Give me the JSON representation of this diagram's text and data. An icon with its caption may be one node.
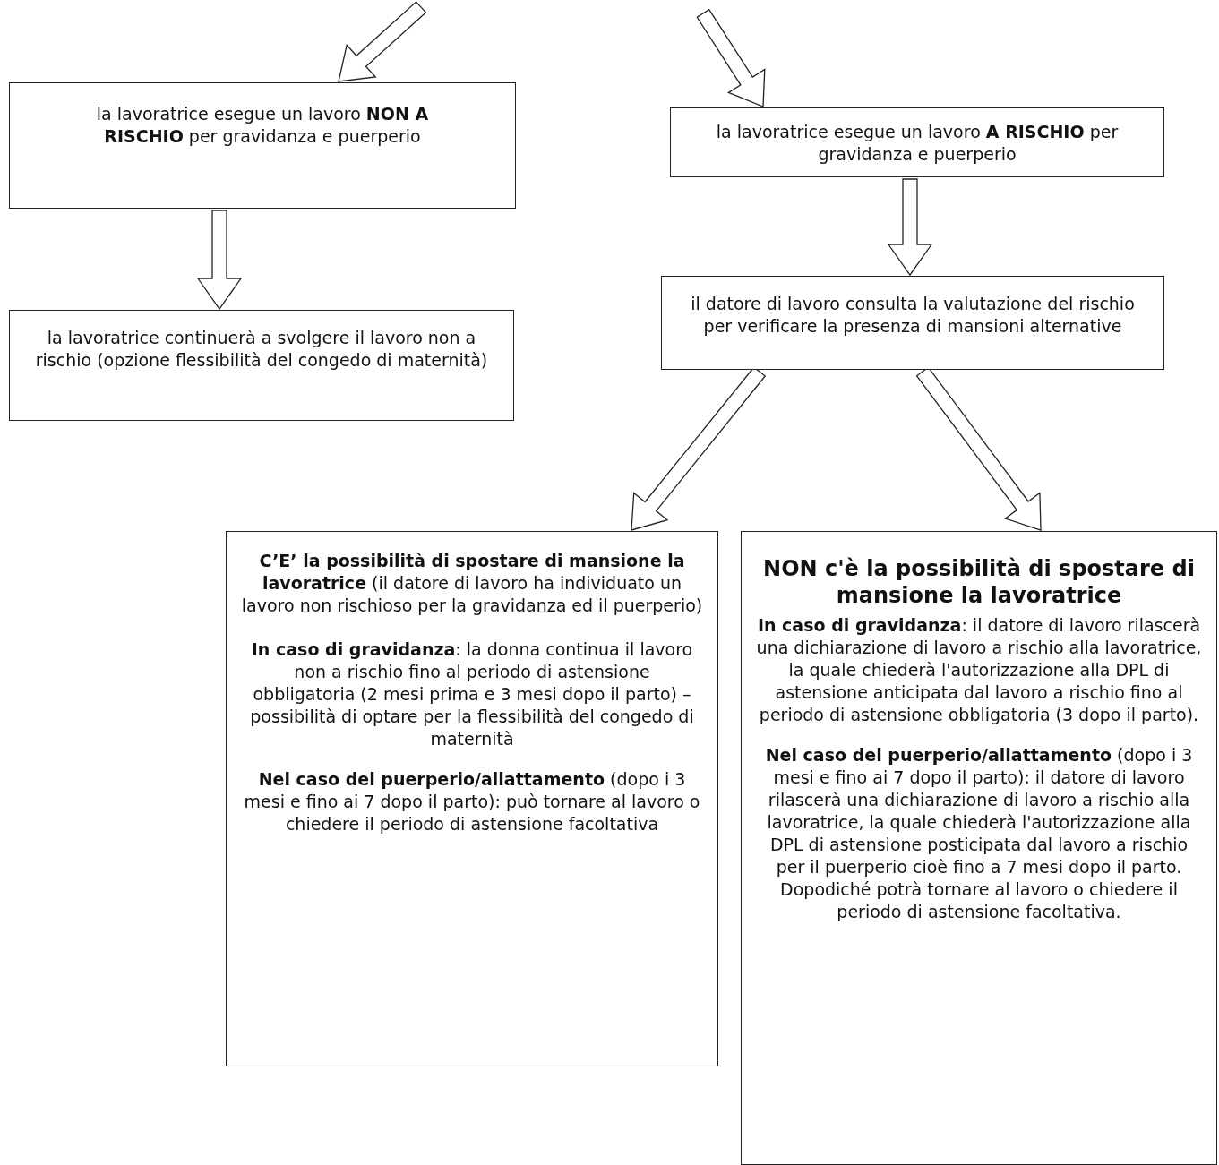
{
  "diagram": {
    "nodes": [
      {
        "text": [
          "la lavoratrice esegue un lavoro **NON A RISCHIO** per gravidanza e puerperio"
        ]
      },
      {
        "text": [
          "la lavoratrice esegue un lavoro **A RISCHIO** per gravidanza e puerperio"
        ]
      },
      {
        "text": [
          "la lavoratrice continuerà a svolgere il lavoro non a rischio (opzione flessibilità del congedo di maternità)"
        ]
      },
      {
        "text": [
          "il datore di lavoro consulta la valutazione del rischio per verificare la presenza di mansioni alternative"
        ]
      },
      {
        "text": [
          "**C’E’  la possibilità di spostare di mansione la lavoratrice** (il datore di lavoro ha individuato un lavoro non rischioso per la gravidanza ed il puerperio)",
          "**In caso di gravidanza**: la donna continua il lavoro non a rischio fino al periodo di astensione obbligatoria (2 mesi prima e 3 mesi dopo il parto) – possibilità di optare per la flessibilità del congedo di maternità",
          "**Nel caso del puerperio/allattamento** (dopo i 3 mesi e fino ai 7 dopo il parto): può tornare al lavoro o chiedere il periodo di astensione facoltativa"
        ]
      },
      {
        "text": [
          "NON c'è la possibilità di spostare di mansione la lavoratrice",
          "**In caso di gravidanza**: il datore di lavoro rilascerà una dichiarazione di lavoro a rischio alla lavoratrice, la quale chiederà l'autorizzazione alla DPL di astensione anticipata dal lavoro a rischio fino al periodo di astensione obbligatoria (3 dopo il parto).",
          "**Nel caso del puerperio/allattamento** (dopo i 3 mesi e fino ai 7 dopo il parto): il datore di lavoro rilascerà una dichiarazione di lavoro a rischio alla lavoratrice, la quale chiederà l'autorizzazione alla DPL di astensione posticipata dal lavoro a rischio per il puerperio cioè fino a 7 mesi dopo il parto. Dopodiché potrà tornare al lavoro o chiedere il periodo di astensione facoltativa."
        ]
      }
    ],
    "edges": [
      {
        "from": null,
        "to": 0,
        "arrow": "to"
      },
      {
        "from": null,
        "to": 1,
        "arrow": "to"
      },
      {
        "from": 0,
        "to": 2,
        "arrow": "to"
      },
      {
        "from": 1,
        "to": 3,
        "arrow": "to"
      },
      {
        "from": 3,
        "to": 4,
        "arrow": "to"
      },
      {
        "from": 3,
        "to": 5,
        "arrow": "to"
      }
    ]
  }
}
